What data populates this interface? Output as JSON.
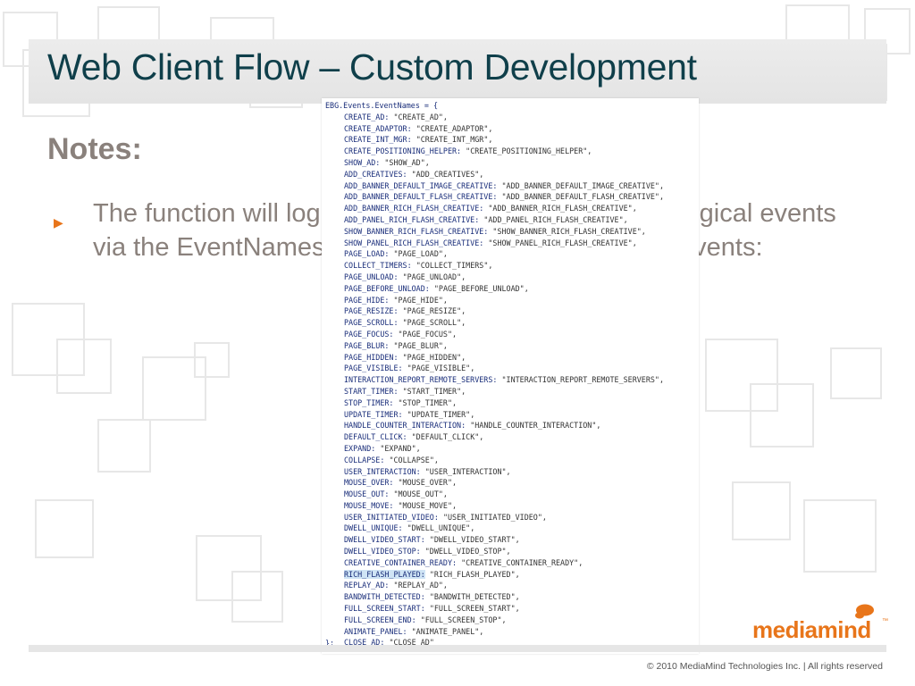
{
  "slide": {
    "title": "Web Client Flow – Custom Development",
    "notes_heading": "Notes:",
    "bullet_text": "The function will log all of its interactions and other logical events via the EventNames object which lists the possible events:"
  },
  "code": {
    "header": "EBG.Events.EventNames = {",
    "footer": "};",
    "highlighted_index": 40,
    "entries": [
      {
        "key": "CREATE_AD:",
        "value": "\"CREATE_AD\","
      },
      {
        "key": "CREATE_ADAPTOR:",
        "value": "\"CREATE_ADAPTOR\","
      },
      {
        "key": "CREATE_INT_MGR:",
        "value": "\"CREATE_INT_MGR\","
      },
      {
        "key": "CREATE_POSITIONING_HELPER:",
        "value": "\"CREATE_POSITIONING_HELPER\","
      },
      {
        "key": "SHOW_AD:",
        "value": "\"SHOW_AD\","
      },
      {
        "key": "ADD_CREATIVES:",
        "value": "\"ADD_CREATIVES\","
      },
      {
        "key": "ADD_BANNER_DEFAULT_IMAGE_CREATIVE:",
        "value": "\"ADD_BANNER_DEFAULT_IMAGE_CREATIVE\","
      },
      {
        "key": "ADD_BANNER_DEFAULT_FLASH_CREATIVE:",
        "value": "\"ADD_BANNER_DEFAULT_FLASH_CREATIVE\","
      },
      {
        "key": "ADD_BANNER_RICH_FLASH_CREATIVE:",
        "value": "\"ADD_BANNER_RICH_FLASH_CREATIVE\","
      },
      {
        "key": "ADD_PANEL_RICH_FLASH_CREATIVE:",
        "value": "\"ADD_PANEL_RICH_FLASH_CREATIVE\","
      },
      {
        "key": "SHOW_BANNER_RICH_FLASH_CREATIVE:",
        "value": "\"SHOW_BANNER_RICH_FLASH_CREATIVE\","
      },
      {
        "key": "SHOW_PANEL_RICH_FLASH_CREATIVE:",
        "value": "\"SHOW_PANEL_RICH_FLASH_CREATIVE\","
      },
      {
        "key": "PAGE_LOAD:",
        "value": "\"PAGE_LOAD\","
      },
      {
        "key": "COLLECT_TIMERS:",
        "value": "\"COLLECT_TIMERS\","
      },
      {
        "key": "PAGE_UNLOAD:",
        "value": "\"PAGE_UNLOAD\","
      },
      {
        "key": "PAGE_BEFORE_UNLOAD:",
        "value": "\"PAGE_BEFORE_UNLOAD\","
      },
      {
        "key": "PAGE_HIDE:",
        "value": "\"PAGE_HIDE\","
      },
      {
        "key": "PAGE_RESIZE:",
        "value": "\"PAGE_RESIZE\","
      },
      {
        "key": "PAGE_SCROLL:",
        "value": "\"PAGE_SCROLL\","
      },
      {
        "key": "PAGE_FOCUS:",
        "value": "\"PAGE_FOCUS\","
      },
      {
        "key": "PAGE_BLUR:",
        "value": "\"PAGE_BLUR\","
      },
      {
        "key": "PAGE_HIDDEN:",
        "value": "\"PAGE_HIDDEN\","
      },
      {
        "key": "PAGE_VISIBLE:",
        "value": "\"PAGE_VISIBLE\","
      },
      {
        "key": "INTERACTION_REPORT_REMOTE_SERVERS:",
        "value": "\"INTERACTION_REPORT_REMOTE_SERVERS\","
      },
      {
        "key": "START_TIMER:",
        "value": "\"START_TIMER\","
      },
      {
        "key": "STOP_TIMER:",
        "value": "\"STOP_TIMER\","
      },
      {
        "key": "UPDATE_TIMER:",
        "value": "\"UPDATE_TIMER\","
      },
      {
        "key": "HANDLE_COUNTER_INTERACTION:",
        "value": "\"HANDLE_COUNTER_INTERACTION\","
      },
      {
        "key": "DEFAULT_CLICK:",
        "value": "\"DEFAULT_CLICK\","
      },
      {
        "key": "EXPAND:",
        "value": "\"EXPAND\","
      },
      {
        "key": "COLLAPSE:",
        "value": "\"COLLAPSE\","
      },
      {
        "key": "USER_INTERACTION:",
        "value": "\"USER_INTERACTION\","
      },
      {
        "key": "MOUSE_OVER:",
        "value": "\"MOUSE_OVER\","
      },
      {
        "key": "MOUSE_OUT:",
        "value": "\"MOUSE_OUT\","
      },
      {
        "key": "MOUSE_MOVE:",
        "value": "\"MOUSE_MOVE\","
      },
      {
        "key": "USER_INITIATED_VIDEO:",
        "value": "\"USER_INITIATED_VIDEO\","
      },
      {
        "key": "DWELL_UNIQUE:",
        "value": "\"DWELL_UNIQUE\","
      },
      {
        "key": "DWELL_VIDEO_START:",
        "value": "\"DWELL_VIDEO_START\","
      },
      {
        "key": "DWELL_VIDEO_STOP:",
        "value": "\"DWELL_VIDEO_STOP\","
      },
      {
        "key": "CREATIVE_CONTAINER_READY:",
        "value": "\"CREATIVE_CONTAINER_READY\","
      },
      {
        "key": "RICH_FLASH_PLAYED:",
        "value": "\"RICH_FLASH_PLAYED\","
      },
      {
        "key": "REPLAY_AD:",
        "value": "\"REPLAY_AD\","
      },
      {
        "key": "BANDWITH_DETECTED:",
        "value": "\"BANDWITH_DETECTED\","
      },
      {
        "key": "FULL_SCREEN_START:",
        "value": "\"FULL_SCREEN_START\","
      },
      {
        "key": "FULL_SCREEN_END:",
        "value": "\"FULL_SCREEN_STOP\","
      },
      {
        "key": "ANIMATE_PANEL:",
        "value": "\"ANIMATE_PANEL\","
      },
      {
        "key": "CLOSE_AD:",
        "value": "\"CLOSE_AD\""
      }
    ]
  },
  "branding": {
    "logo_text": "mediamind",
    "trademark": "™",
    "copyright": "© 2010 MediaMind Technologies Inc. | All rights reserved",
    "accent_color": "#e8751a",
    "title_color": "#0f3f4a",
    "body_text_color": "#8a817c"
  }
}
